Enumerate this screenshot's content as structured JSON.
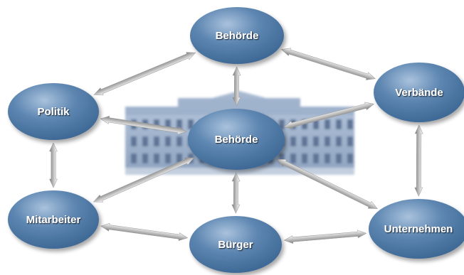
{
  "diagram": {
    "background_image": "government-building",
    "colors": {
      "node_light": "#a9c2dd",
      "node_mid": "#5d86b1",
      "node_dark": "#3b6592",
      "arrow_light": "#ffffff",
      "arrow_dark": "#7a7a7a",
      "text": "#ffffff"
    },
    "nodes": {
      "top": "Behörde",
      "center": "Behörde",
      "politik": "Politik",
      "verbaende": "Verbände",
      "mitarbeiter": "Mitarbeiter",
      "buerger": "Bürger",
      "unternehmen": "Unternehmen"
    },
    "connections": [
      [
        "top",
        "center"
      ],
      [
        "top",
        "politik"
      ],
      [
        "top",
        "verbaende"
      ],
      [
        "center",
        "politik"
      ],
      [
        "center",
        "verbaende"
      ],
      [
        "center",
        "mitarbeiter"
      ],
      [
        "center",
        "unternehmen"
      ],
      [
        "center",
        "buerger"
      ],
      [
        "politik",
        "mitarbeiter"
      ],
      [
        "verbaende",
        "unternehmen"
      ],
      [
        "mitarbeiter",
        "buerger"
      ],
      [
        "buerger",
        "unternehmen"
      ]
    ]
  }
}
